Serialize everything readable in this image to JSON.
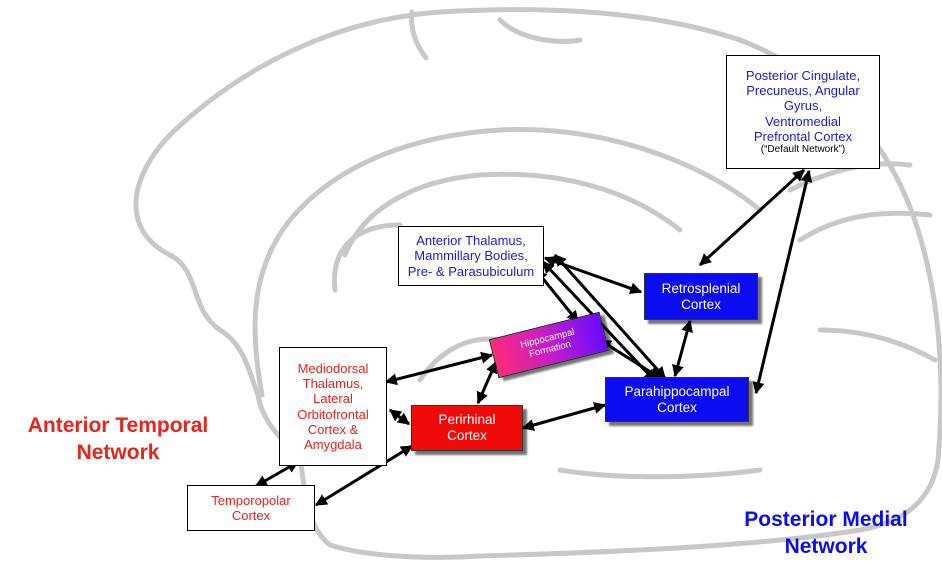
{
  "colors": {
    "posterior_medial": "#0c0cf0",
    "anterior_temporal": "#e8241c",
    "brain_outline": "#c8c8c8",
    "arrow": "#000000"
  },
  "network_labels": {
    "anterior": "Anterior Temporal\nNetwork",
    "posterior": "Posterior Medial\nNetwork"
  },
  "nodes": {
    "default_network": {
      "label": "Posterior Cingulate,\nPrecuneus, Angular\nGyrus,\nVentromedial\nPrefrontal Cortex",
      "note": "(“Default Network”)"
    },
    "anterior_thalamus": {
      "label": "Anterior Thalamus,\nMammillary Bodies,\nPre- & Parasubiculum"
    },
    "retrosplenial": {
      "label": "Retrosplenial\nCortex"
    },
    "hippocampal": {
      "label": "Hippocampal\nFormation"
    },
    "parahippocampal": {
      "label": "Parahippocampal\nCortex"
    },
    "perirhinal": {
      "label": "Perirhinal\nCortex"
    },
    "mediodorsal": {
      "label": "Mediodorsal\nThalamus,\nLateral\nOrbitofrontal\nCortex &\nAmygdala"
    },
    "temporopolar": {
      "label": "Temporopolar\nCortex"
    }
  }
}
